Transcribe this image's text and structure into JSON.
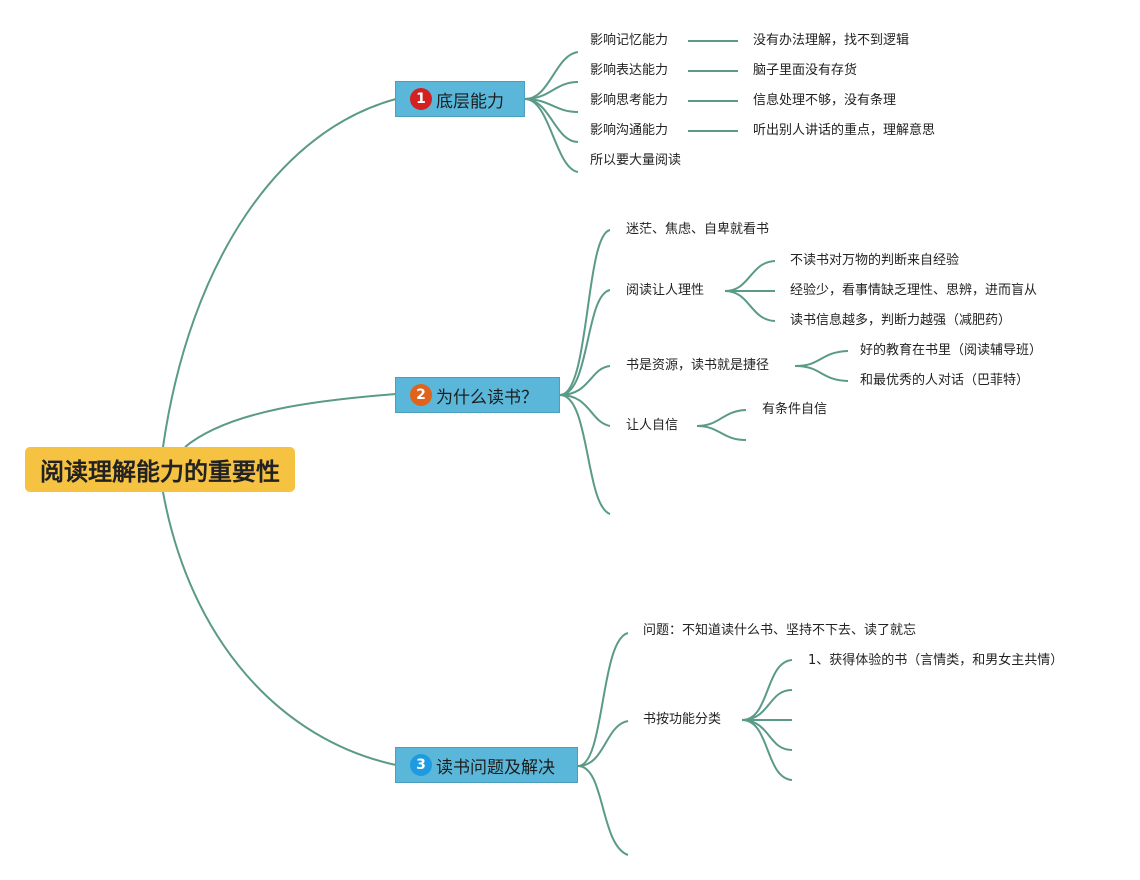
{
  "root": {
    "title": "阅读理解能力的重要性"
  },
  "branches": [
    {
      "number": "1",
      "label": "底层能力",
      "badge_color": "#d32020",
      "items": [
        {
          "label": "影响记忆能力",
          "detail": "没有办法理解，找不到逻辑"
        },
        {
          "label": "影响表达能力",
          "detail": "脑子里面没有存货"
        },
        {
          "label": "影响思考能力",
          "detail": "信息处理不够，没有条理"
        },
        {
          "label": "影响沟通能力",
          "detail": "听出别人讲话的重点，理解意思"
        },
        {
          "label": "所以要大量阅读"
        }
      ]
    },
    {
      "number": "2",
      "label": "为什么读书？",
      "badge_color": "#e0631c",
      "items": [
        {
          "label": "迷茫、焦虑、自卑就看书"
        },
        {
          "label": "阅读让人理性",
          "children": [
            "不读书对万物的判断来自经验",
            "经验少，看事情缺乏理性、思辨，进而盲从",
            "读书信息越多，判断力越强（减肥药）"
          ]
        },
        {
          "label": "书是资源，读书就是捷径",
          "children": [
            "好的教育在书里（阅读辅导班）",
            "和最优秀的人对话（巴菲特）"
          ]
        },
        {
          "label": "让人自信",
          "children": [
            "有条件自信",
            ""
          ]
        },
        {
          "label": ""
        }
      ]
    },
    {
      "number": "3",
      "label": "读书问题及解决",
      "badge_color": "#1e9be0",
      "items": [
        {
          "label": "问题：不知道读什么书、坚持不下去、读了就忘"
        },
        {
          "label": "书按功能分类",
          "children": [
            "1、获得体验的书（言情类，和男女主共情）",
            "",
            "",
            "",
            ""
          ]
        },
        {
          "label": ""
        }
      ]
    }
  ]
}
